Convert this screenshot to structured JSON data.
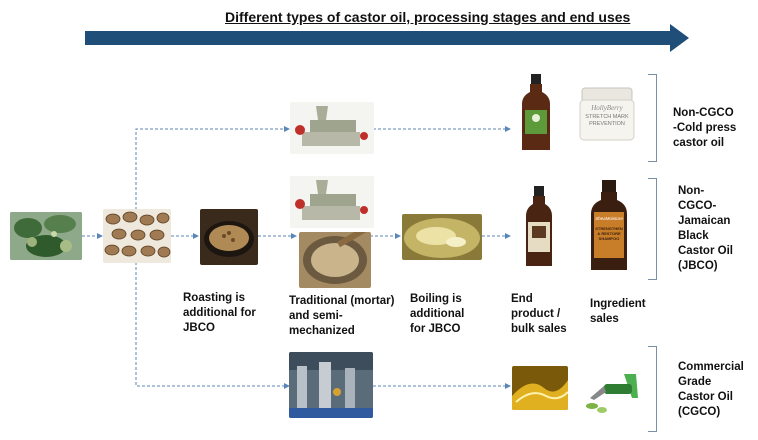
{
  "title": "Different types of castor oil, processing stages and end uses",
  "stages": {
    "roasting": "Roasting is\nadditional for\nJBCO",
    "traditional": "Traditional (mortar)\nand semi-\nmechanized",
    "boiling": "Boiling is\nadditional\nfor JBCO",
    "end_product": "End\nproduct /\nbulk sales",
    "ingredient": "Ingredient\nsales"
  },
  "oil_types": {
    "non_cgco_cold": "Non-CGCO\n-Cold press\ncastor oil",
    "jbco": "Non-\nCGCO-\nJamaican\nBlack\nCastor Oil\n(JBCO)",
    "cgco": "Commercial\nGrade\nCastor Oil\n(CGCO)"
  },
  "product_labels": {
    "cream_brand": "HollyBerry",
    "cream_text": "STRETCH MARK\nPREVENTION",
    "shampoo_brand": "SheaMoisture",
    "shampoo_text": "STRENGTHEN\n& RESTORE\nSHAMPOO"
  },
  "colors": {
    "arrow": "#1f4e79",
    "connector": "#5b87b8",
    "bracket": "#7a8fa8"
  }
}
